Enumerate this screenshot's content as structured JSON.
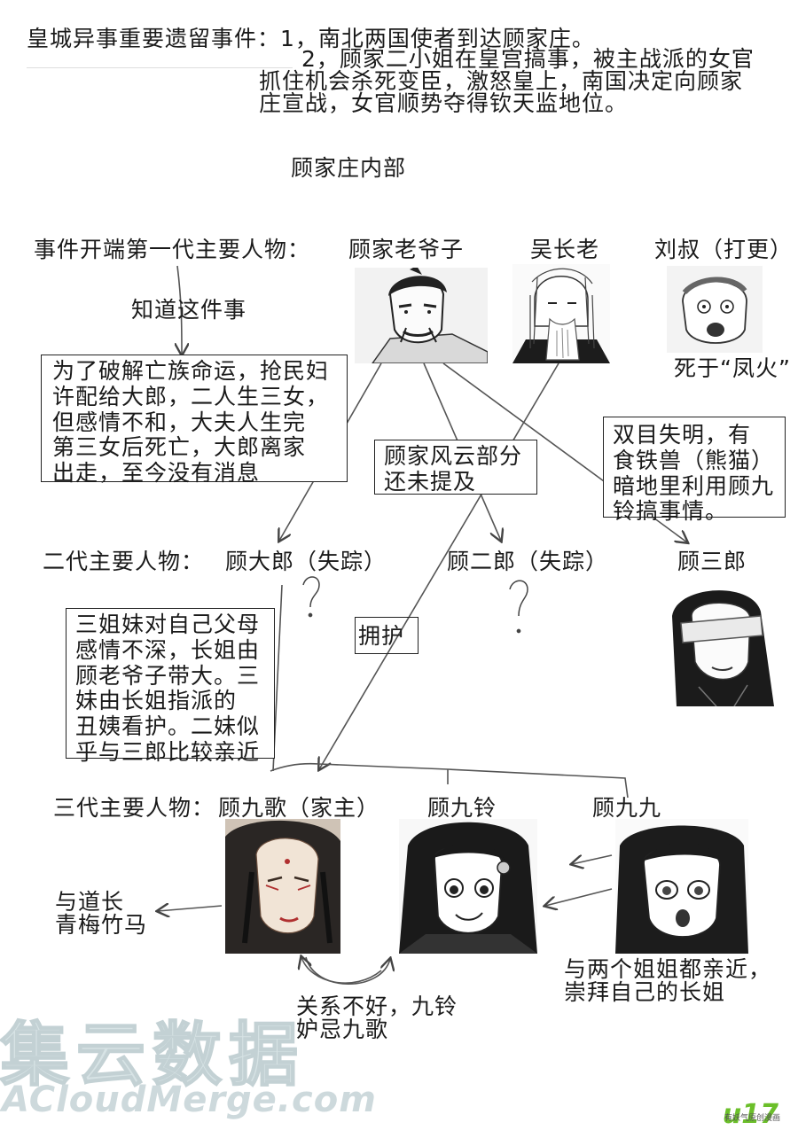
{
  "header": {
    "title": "皇城异事重要遗留事件：1，南北两国使者到达顾家庄。",
    "item2_line1": "2，顾家二小姐在皇宫搞事，被主战派的女官",
    "item2_line2": "抓住机会杀死变臣，激怒皇上，南国决定向顾家",
    "item2_line3": "庄宣战，女官顺势夺得钦天监地位。"
  },
  "section_title": "顾家庄内部",
  "generation1": {
    "label": "事件开端第一代主要人物：",
    "characters": [
      {
        "name": "顾家老爷子",
        "icon": "elder-portrait-icon"
      },
      {
        "name": "吴长老",
        "icon": "white-beard-elder-portrait-icon"
      },
      {
        "name": "刘叔（打更）",
        "icon": "old-man-portrait-icon"
      }
    ],
    "liu_note": "死于“凤火”",
    "knows_note": "知道这件事"
  },
  "notes": {
    "elder_note": [
      "为了破解亡族命运，抢民妇",
      "许配给大郎，二人生三女，",
      "但感情不和，大夫人生完",
      "第三女后死亡，大郎离家",
      "出走，至今没有消息"
    ],
    "fengyun_note": [
      "顾家风云部分",
      "还未提及"
    ],
    "wu_note": [
      "双目失明，有",
      "食铁兽（熊猫）",
      "暗地里利用顾九",
      "铃搞事情。"
    ],
    "sisters_note": [
      "三姐妹对自己父母",
      "感情不深，长姐由",
      "顾老爷子带大。三",
      "妹由长姐指派的",
      "丑姨看护。二妹似",
      "乎与三郎比较亲近"
    ],
    "support_label": "拥护"
  },
  "generation2": {
    "label": "二代主要人物：",
    "characters": [
      {
        "name": "顾大郎（失踪）"
      },
      {
        "name": "顾二郎（失踪）"
      },
      {
        "name": "顾三郎",
        "icon": "blindfolded-man-portrait-icon"
      }
    ]
  },
  "generation3": {
    "label": "三代主要人物：",
    "characters": [
      {
        "name": "顾九歌（家主）",
        "icon": "jiuge-portrait-icon"
      },
      {
        "name": "顾九铃",
        "icon": "jiuling-portrait-icon"
      },
      {
        "name": "顾九九",
        "icon": "jiujiu-portrait-icon"
      }
    ],
    "jiuge_note": [
      "与道长",
      "青梅竹马"
    ],
    "rivalry_note": [
      "关系不好，九铃",
      "妒忌九歌"
    ],
    "jiujiu_note": [
      "与两个姐姐都亲近，",
      "崇拜自己的长姐"
    ]
  },
  "watermarks": {
    "cn": "集云数据",
    "en": "ACloudMerge.com",
    "u17": "u17",
    "u17_sub": "有妖气原创漫画"
  },
  "colors": {
    "ink": "#1a1a1a",
    "line": "#555555",
    "watermark": "#d7e3e5",
    "u17": "#6bbf2a"
  }
}
